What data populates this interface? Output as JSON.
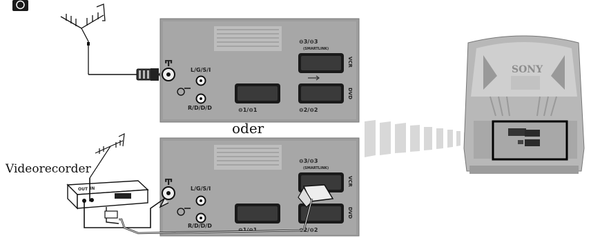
{
  "labels": {
    "oder": "oder",
    "videorecorder": "Videorecorder",
    "out": "OUT",
    "in": "IN",
    "antenna_symbol": "Ͳ",
    "lgsi": "L/G/S/I",
    "rddd": "R/D/D/D",
    "scart1": "⊖1/⊖1",
    "scart2": "⊖2/⊖2",
    "scart3": "⊖3/⊖3",
    "smartlink": "(SMARTLINK)",
    "vcr": "VCR",
    "dvd": "DVD",
    "brand": "SONY"
  }
}
